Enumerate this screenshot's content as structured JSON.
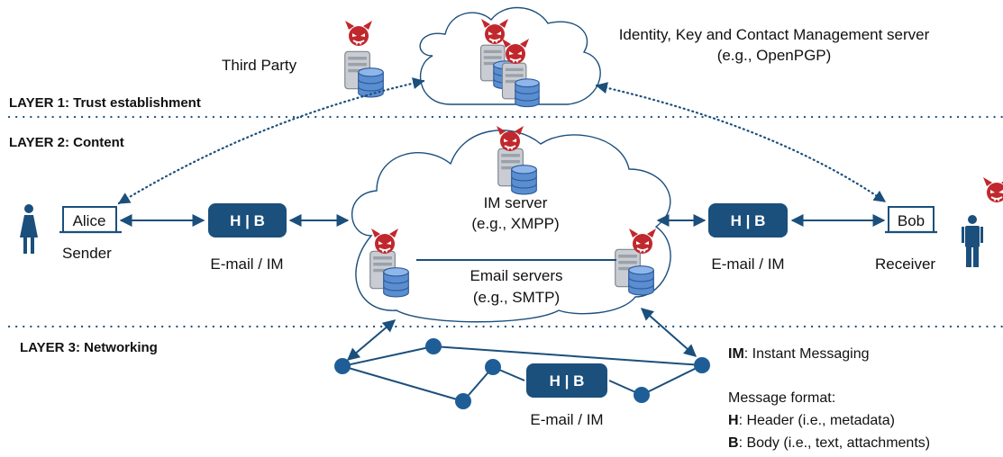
{
  "colors": {
    "primary": "#1b4f7c",
    "node": "#1f5d96",
    "devil": "#c0282d",
    "server_body": "#c9cdd3",
    "db": "#5b8ed1"
  },
  "layers": {
    "layer1": "LAYER 1: Trust establishment",
    "layer2": "LAYER 2: Content",
    "layer3": "LAYER 3: Networking"
  },
  "actors": {
    "third_party": "Third Party",
    "identity_server_line1": "Identity, Key and Contact Management server",
    "identity_server_line2": "(e.g., OpenPGP)",
    "alice": "Alice",
    "sender": "Sender",
    "bob": "Bob",
    "receiver": "Receiver"
  },
  "servers": {
    "im_line1": "IM server",
    "im_line2": "(e.g., XMPP)",
    "email_line1": "Email servers",
    "email_line2": "(e.g., SMTP)"
  },
  "messages": {
    "hb": "H | B",
    "caption": "E-mail / IM"
  },
  "legend": {
    "im_key": "IM",
    "im_value": ": Instant Messaging",
    "format_title": "Message format:",
    "h_key": "H",
    "h_value": ": Header (i.e., metadata)",
    "b_key": "B",
    "b_value": ": Body (i.e., text, attachments)"
  },
  "icons": [
    "female-person-icon",
    "male-person-icon",
    "server-icon",
    "database-icon",
    "devil-icon",
    "cloud-icon",
    "network-node-icon"
  ]
}
